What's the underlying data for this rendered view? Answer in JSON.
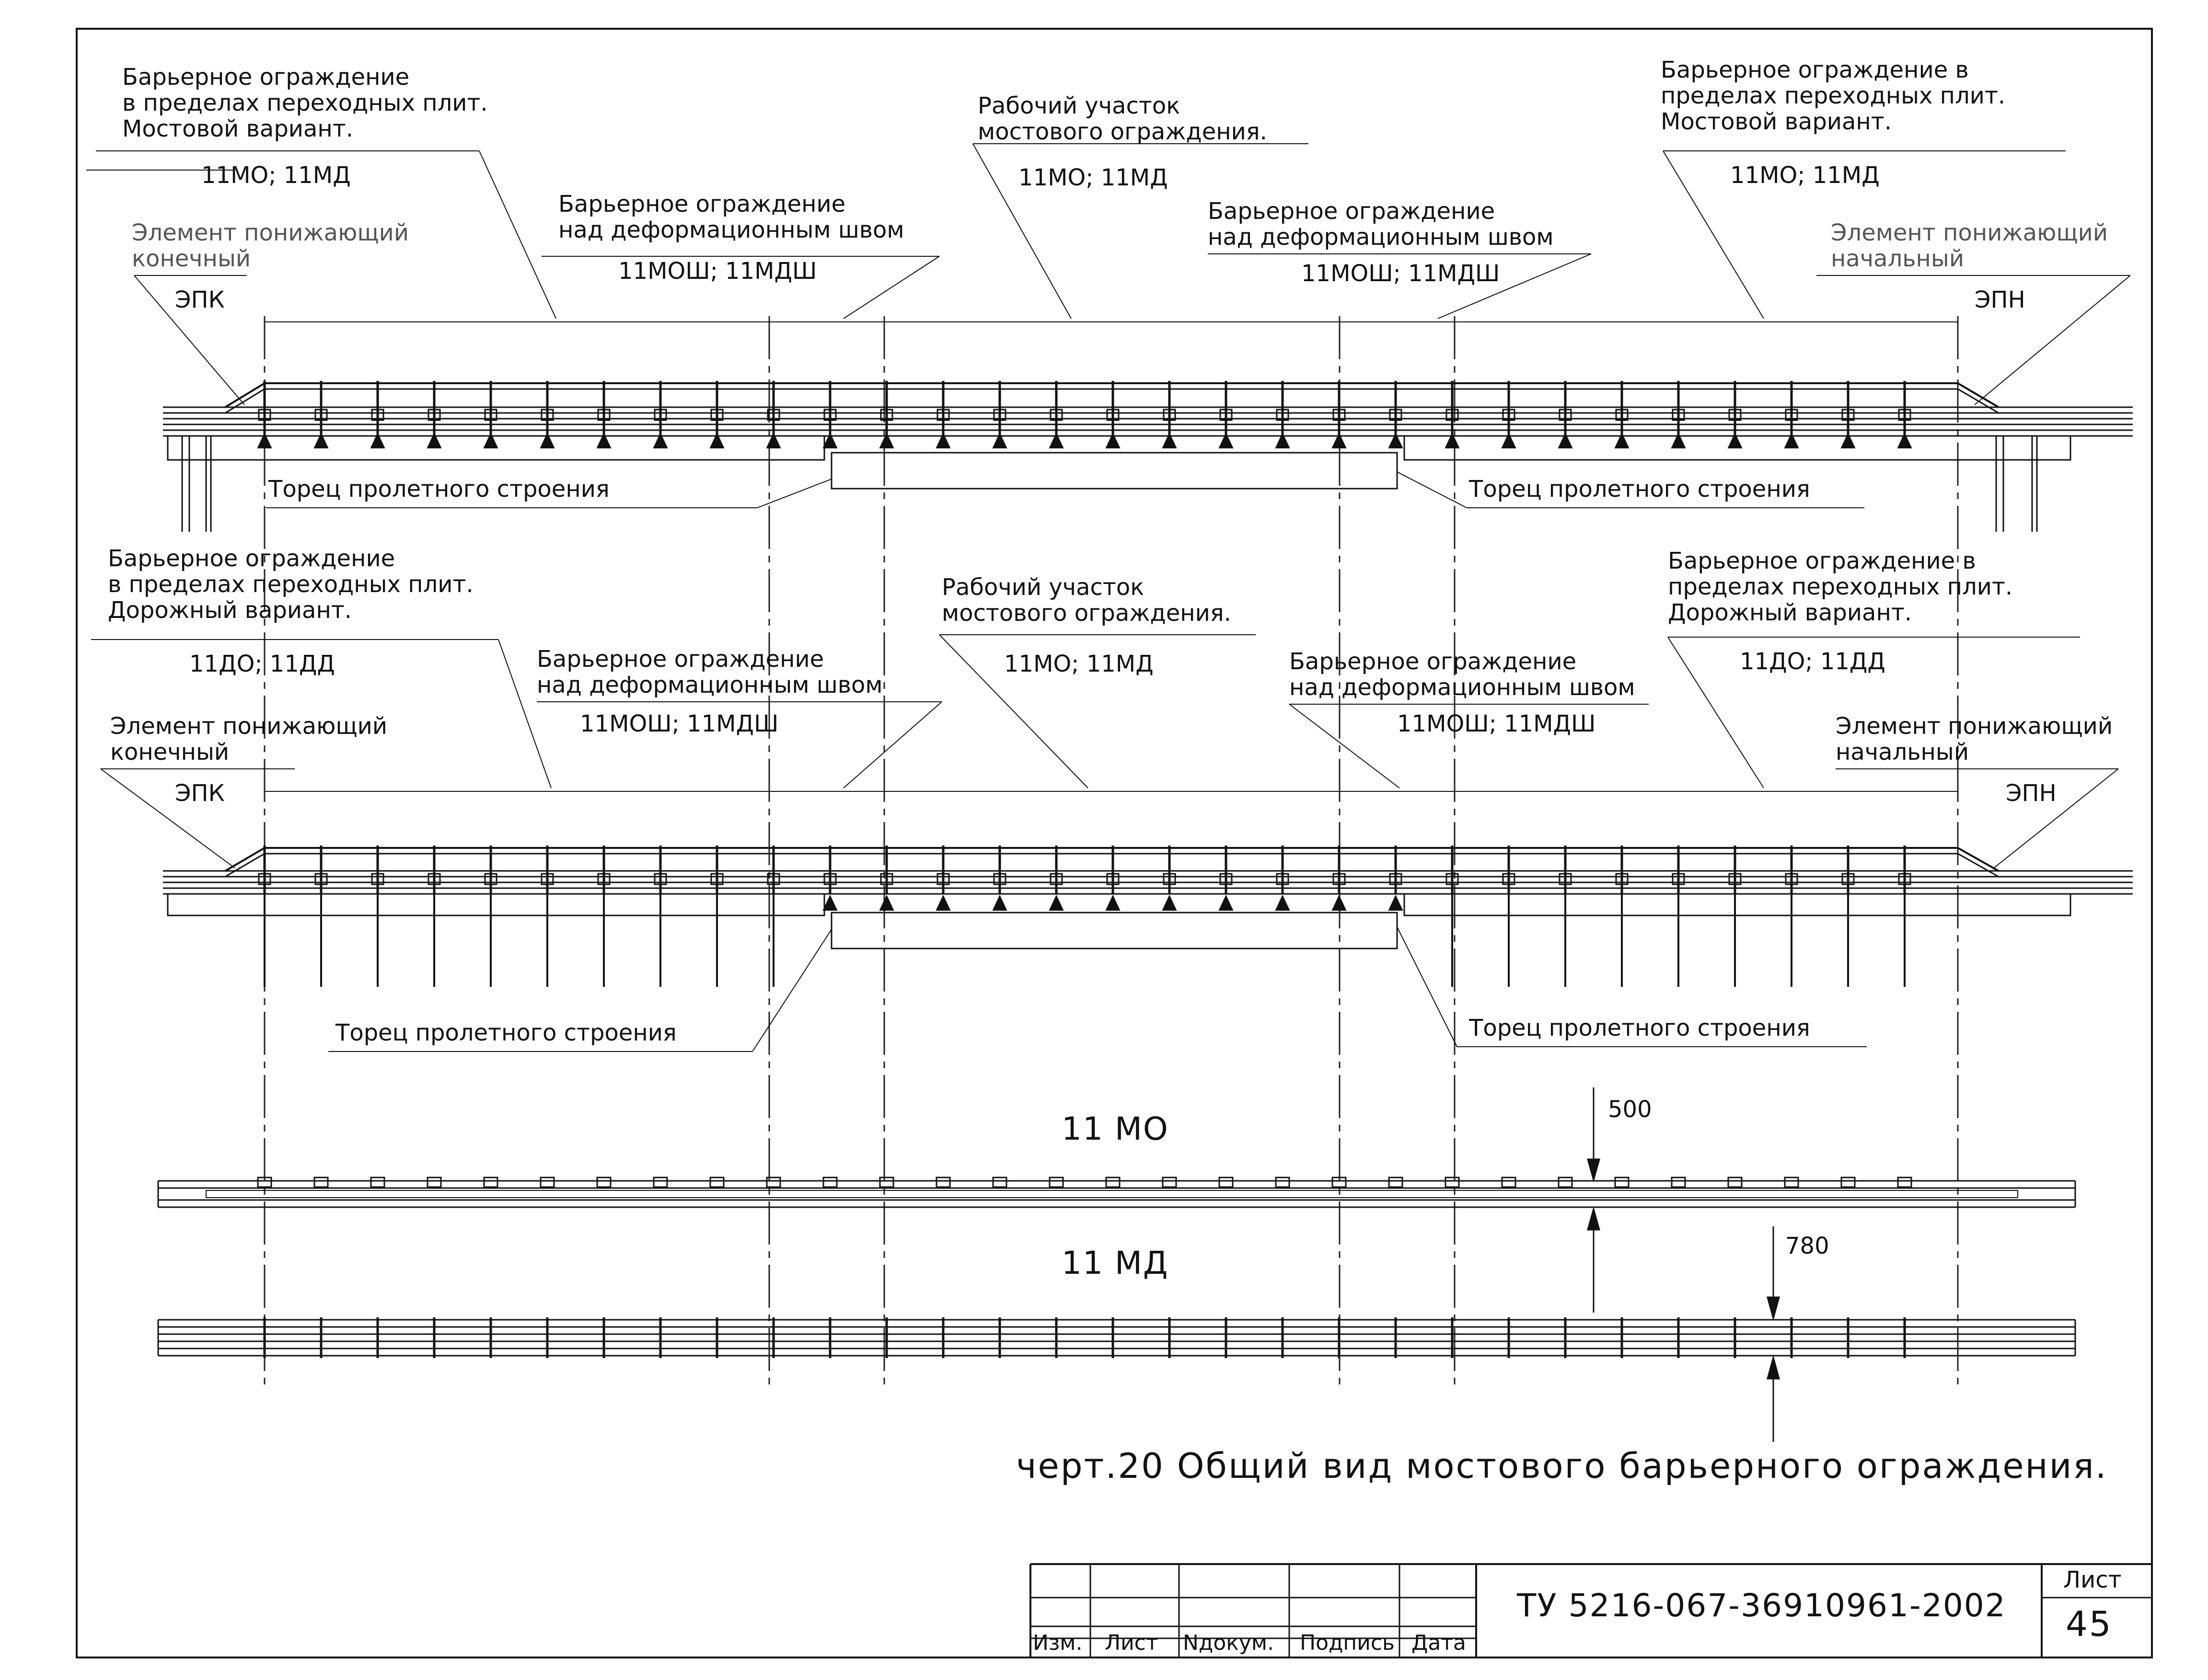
{
  "top": {
    "left_transition": {
      "lines": [
        "Барьерное ограждение",
        "в пределах переходных плит.",
        "Мостовой вариант."
      ],
      "codes": "11МО; 11МД"
    },
    "left_joint": {
      "lines": [
        "Барьерное ограждение",
        "над деформационным швом"
      ],
      "codes": "11МОШ; 11МДШ"
    },
    "left_end": {
      "lines": [
        "Элемент понижающий",
        "конечный"
      ],
      "code": "ЭПК"
    },
    "working": {
      "lines": [
        "Рабочий участок",
        "мостового ограждения."
      ],
      "codes": "11МО; 11МД"
    },
    "right_joint": {
      "lines": [
        "Барьерное ограждение",
        "над деформационным швом"
      ],
      "codes": "11МОШ; 11МДШ"
    },
    "right_transition": {
      "lines": [
        "Барьерное ограждение в",
        "пределах переходных плит.",
        "Мостовой вариант."
      ],
      "codes": "11МО; 11МД"
    },
    "right_start": {
      "lines": [
        "Элемент понижающий",
        "начальный"
      ],
      "code": "ЭПН"
    },
    "span_end_left": "Торец пролетного строения",
    "span_end_right": "Торец пролетного строения"
  },
  "middle": {
    "left_transition": {
      "lines": [
        "Барьерное ограждение",
        "в пределах переходных плит.",
        "Дорожный вариант."
      ],
      "codes": "11ДО; 11ДД"
    },
    "left_joint": {
      "lines": [
        "Барьерное ограждение",
        "над деформационным швом"
      ],
      "codes": "11МОШ; 11МДШ"
    },
    "left_end": {
      "lines": [
        "Элемент понижающий",
        "конечный"
      ],
      "code": "ЭПК"
    },
    "working": {
      "lines": [
        "Рабочий участок",
        "мостового ограждения."
      ],
      "codes": "11МО; 11МД"
    },
    "right_joint": {
      "lines": [
        "Барьерное ограждение",
        "над деформационным швом"
      ],
      "codes": "11МОШ; 11МДШ"
    },
    "right_transition": {
      "lines": [
        "Барьерное ограждение в",
        "пределах переходных плит.",
        "Дорожный вариант."
      ],
      "codes": "11ДО; 11ДД"
    },
    "right_start": {
      "lines": [
        "Элемент понижающий",
        "начальный"
      ],
      "code": "ЭПН"
    },
    "span_end_left": "Торец пролетного строения",
    "span_end_right": "Торец пролетного строения"
  },
  "plan": {
    "mo_label": "11 МО",
    "md_label": "11 МД",
    "dim_500": "500",
    "dim_780": "780"
  },
  "caption": "черт.20 Общий вид мостового барьерного ограждения.",
  "title_block": {
    "headers": [
      "Изм.",
      "Лист",
      "Nдокум.",
      "Подпись",
      "Дата"
    ],
    "doc_code": "ТУ 5216-067-36910961-2002",
    "sheet_label": "Лист",
    "sheet_number": "45"
  }
}
